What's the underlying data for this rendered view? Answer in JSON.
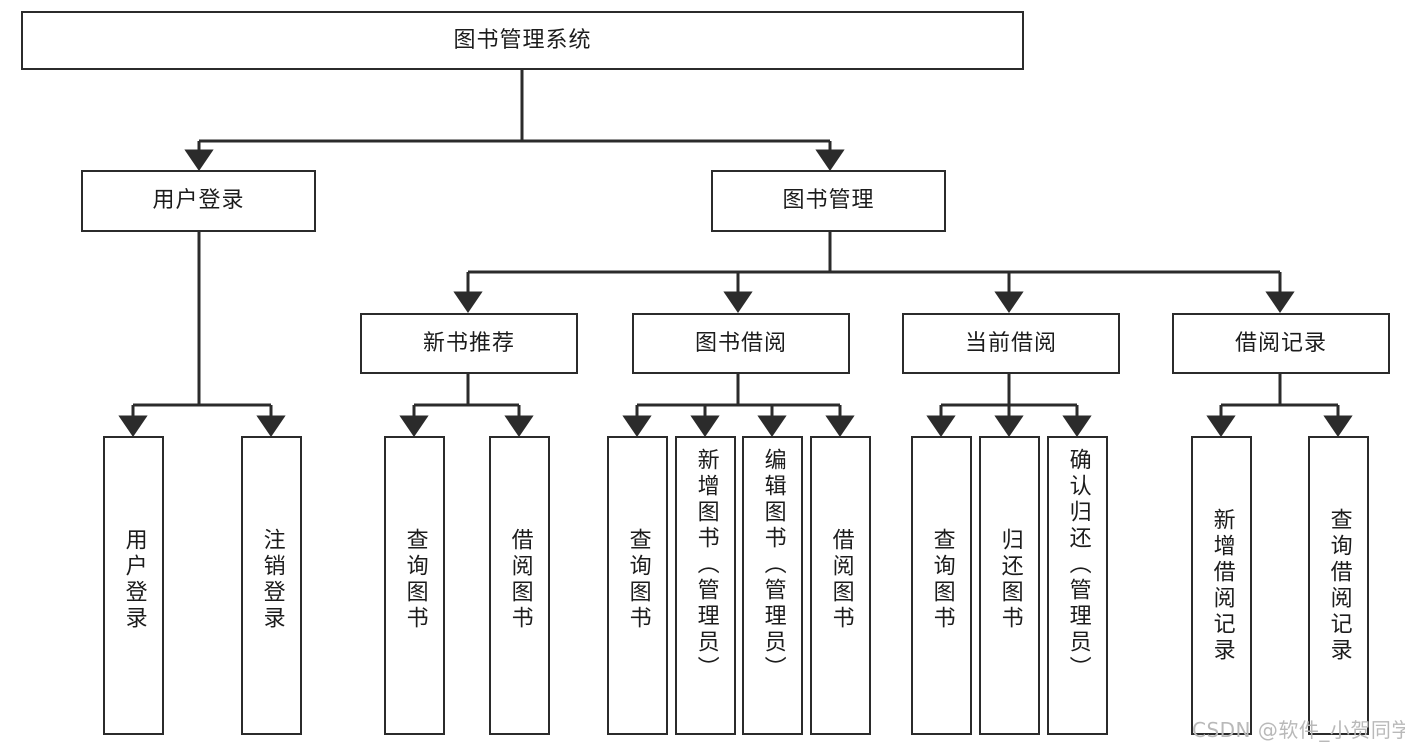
{
  "diagram": {
    "title": "图书管理系统",
    "type": "hierarchy-tree",
    "root": {
      "label": "图书管理系统"
    },
    "level2": [
      {
        "label": "用户登录"
      },
      {
        "label": "图书管理"
      }
    ],
    "level3": [
      {
        "label": "新书推荐",
        "parent": "图书管理"
      },
      {
        "label": "图书借阅",
        "parent": "图书管理"
      },
      {
        "label": "当前借阅",
        "parent": "图书管理"
      },
      {
        "label": "借阅记录",
        "parent": "图书管理"
      }
    ],
    "leaves": [
      {
        "label": "用户登录",
        "parent": "用户登录"
      },
      {
        "label": "注销登录",
        "parent": "用户登录"
      },
      {
        "label": "查询图书",
        "parent": "新书推荐"
      },
      {
        "label": "借阅图书",
        "parent": "新书推荐"
      },
      {
        "label": "查询图书",
        "parent": "图书借阅"
      },
      {
        "label": "新增图书（管理员）",
        "parent": "图书借阅"
      },
      {
        "label": "编辑图书（管理员）",
        "parent": "图书借阅"
      },
      {
        "label": "借阅图书",
        "parent": "图书借阅"
      },
      {
        "label": "查询图书",
        "parent": "当前借阅"
      },
      {
        "label": "归还图书",
        "parent": "当前借阅"
      },
      {
        "label": "确认归还（管理员）",
        "parent": "当前借阅"
      },
      {
        "label": "新增借阅记录",
        "parent": "借阅记录"
      },
      {
        "label": "查询借阅记录",
        "parent": "借阅记录"
      }
    ]
  },
  "watermark": {
    "text": "CSDN @软件_小贺同学"
  },
  "colors": {
    "background": "#ffffff",
    "box_border": "#2b2b2b",
    "box_fill": "#ffffff",
    "connector": "#2b2b2b",
    "text": "#1c1c1c",
    "watermark": "#b9b9b9"
  }
}
